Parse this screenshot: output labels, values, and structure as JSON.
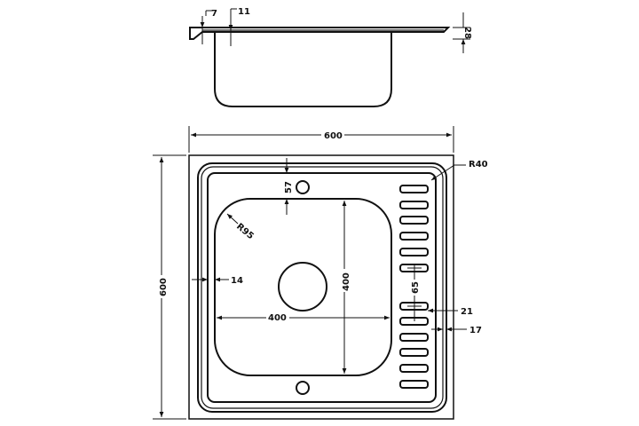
{
  "drawing": {
    "side_view": {
      "rim_thickness": "7",
      "bowl_offset": "11",
      "height": "28"
    },
    "top_view": {
      "width": "600",
      "depth": "600",
      "corner_radius": "R40",
      "hole_offset": "57",
      "bowl_radius": "R95",
      "edge_offset": "14",
      "bowl_width": "400",
      "bowl_depth": "400",
      "slot_gap": "65",
      "slot_margin": "21",
      "rim_margin": "17"
    }
  }
}
